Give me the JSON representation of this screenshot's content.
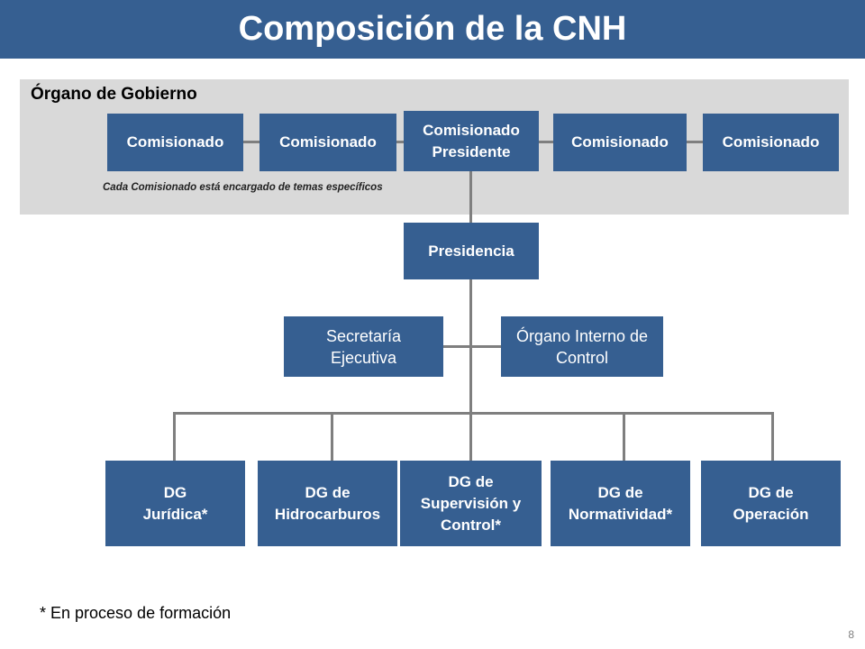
{
  "title": "Composición de la CNH",
  "governing_body": {
    "title": "Órgano de Gobierno",
    "note": "Cada Comisionado está encargado de temas específicos",
    "members": [
      "Comisionado",
      "Comisionado",
      "Comisionado Presidente",
      "Comisionado",
      "Comisionado"
    ]
  },
  "presidency": "Presidencia",
  "staff_units": [
    "Secretaría Ejecutiva",
    "Órgano Interno de Control"
  ],
  "directorates": [
    "DG Jurídica*",
    "DG de Hidrocarburos",
    "DG de Supervisión y Control*",
    "DG de Normatividad*",
    "DG de Operación"
  ],
  "footnote": "* En proceso de formación",
  "page_number": "8",
  "colors": {
    "box": "#365f91",
    "panel": "#d9d9d9",
    "connector": "#7f7f7f"
  }
}
